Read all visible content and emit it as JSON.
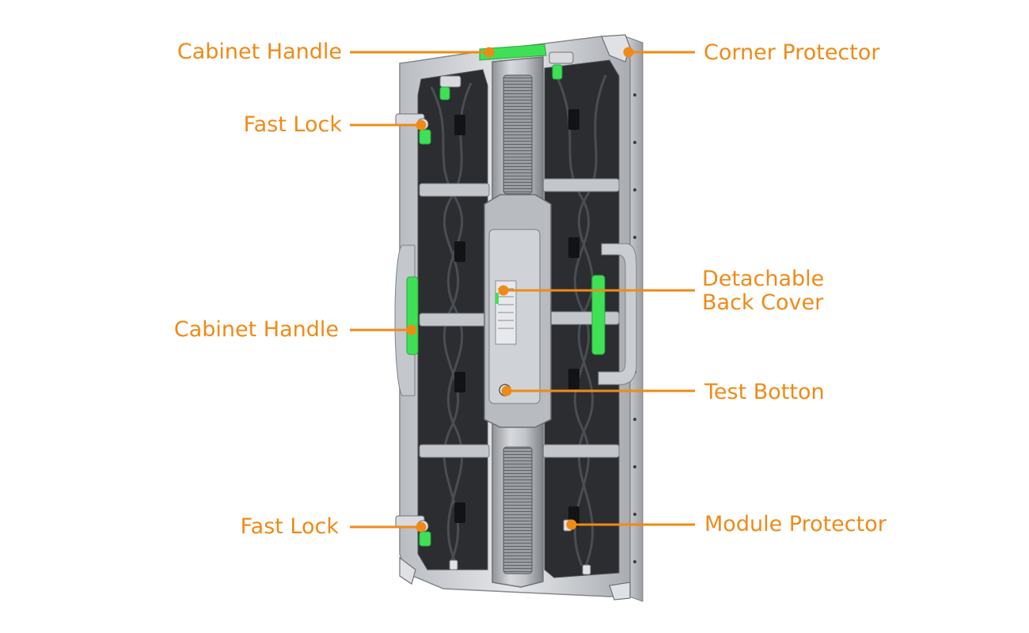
{
  "colors": {
    "accent": "#ef8a17",
    "handle_green": "#3fe056",
    "frame": "#c9ccd0",
    "panel": "#2b2d31"
  },
  "labels": {
    "cabinet_handle_top": "Cabinet Handle",
    "fast_lock_top": "Fast Lock",
    "cabinet_handle_side": "Cabinet Handle",
    "fast_lock_bottom": "Fast Lock",
    "corner_protector": "Corner Protector",
    "detachable_back_cover_line1": "Detachable",
    "detachable_back_cover_line2": "Back Cover",
    "test_button": "Test Botton",
    "module_protector": "Module Protector"
  }
}
